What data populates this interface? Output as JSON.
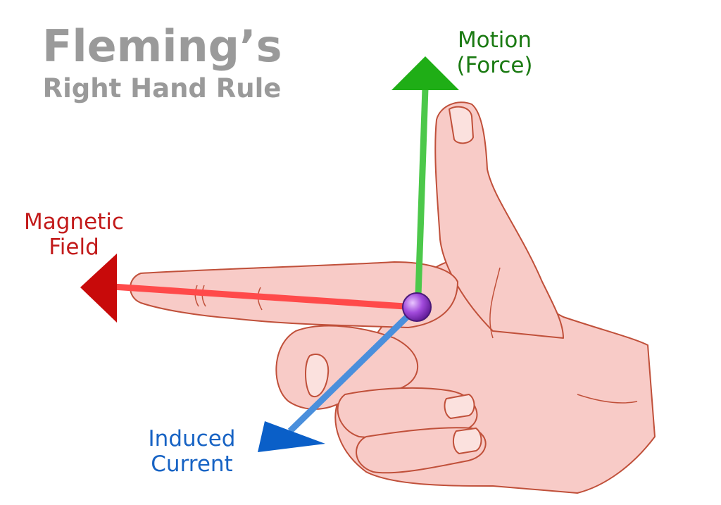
{
  "title": {
    "line1": "Fleming’s",
    "line2": "Right Hand Rule"
  },
  "labels": {
    "motion": {
      "line1": "Motion",
      "line2": "(Force)"
    },
    "magnetic_field": {
      "line1": "Magnetic",
      "line2": "Field"
    },
    "induced_current": {
      "line1": "Induced",
      "line2": "Current"
    }
  },
  "colors": {
    "motion": "#3fc43a",
    "magnetic_field": "#d01010",
    "induced_current": "#1763c4",
    "hand": "#f8cbc7",
    "hand_outline": "#c0503a",
    "title": "#9a9a9a"
  }
}
